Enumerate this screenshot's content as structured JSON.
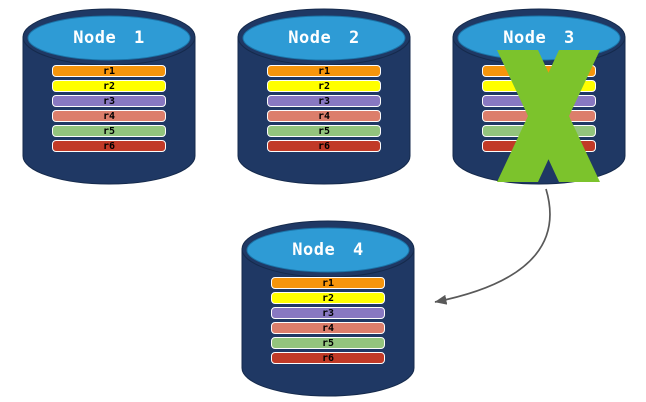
{
  "page": {
    "background": "#FFFFFF"
  },
  "colors": {
    "cylinder_body": "#1F3864",
    "cylinder_outline": "#152A4C",
    "cylinder_top": "#2E9BD5",
    "cylinder_top_border": "#1B74A8",
    "record_border": "#FCFCFC",
    "record_text": "#000000",
    "node_label_text": "#FFFFFF",
    "failure_x": "#7CC32C",
    "arrow": "#595959"
  },
  "arrow": {
    "from": "Node 3",
    "to": "Node 4"
  },
  "nodes": [
    {
      "id": "node-1",
      "label": "Node 1",
      "failed": false,
      "records": [
        {
          "label": "r1",
          "color": "#F6950C"
        },
        {
          "label": "r2",
          "color": "#FFFF00"
        },
        {
          "label": "r3",
          "color": "#8878C1"
        },
        {
          "label": "r4",
          "color": "#DC7E6B"
        },
        {
          "label": "r5",
          "color": "#93C47D"
        },
        {
          "label": "r6",
          "color": "#C13A27"
        }
      ]
    },
    {
      "id": "node-2",
      "label": "Node 2",
      "failed": false,
      "records": [
        {
          "label": "r1",
          "color": "#F6950C"
        },
        {
          "label": "r2",
          "color": "#FFFF00"
        },
        {
          "label": "r3",
          "color": "#8878C1"
        },
        {
          "label": "r4",
          "color": "#DC7E6B"
        },
        {
          "label": "r5",
          "color": "#93C47D"
        },
        {
          "label": "r6",
          "color": "#C13A27"
        }
      ]
    },
    {
      "id": "node-3",
      "label": "Node 3",
      "failed": true,
      "records": [
        {
          "label": "r1",
          "color": "#F6950C"
        },
        {
          "label": "r2",
          "color": "#FFFF00"
        },
        {
          "label": "r3",
          "color": "#8878C1"
        },
        {
          "label": "r4",
          "color": "#DC7E6B"
        },
        {
          "label": "r5",
          "color": "#93C47D"
        },
        {
          "label": "r6",
          "color": "#C13A27"
        }
      ]
    },
    {
      "id": "node-4",
      "label": "Node 4",
      "failed": false,
      "records": [
        {
          "label": "r1",
          "color": "#F6950C"
        },
        {
          "label": "r2",
          "color": "#FFFF00"
        },
        {
          "label": "r3",
          "color": "#8878C1"
        },
        {
          "label": "r4",
          "color": "#DC7E6B"
        },
        {
          "label": "r5",
          "color": "#93C47D"
        },
        {
          "label": "r6",
          "color": "#C13A27"
        }
      ]
    }
  ]
}
